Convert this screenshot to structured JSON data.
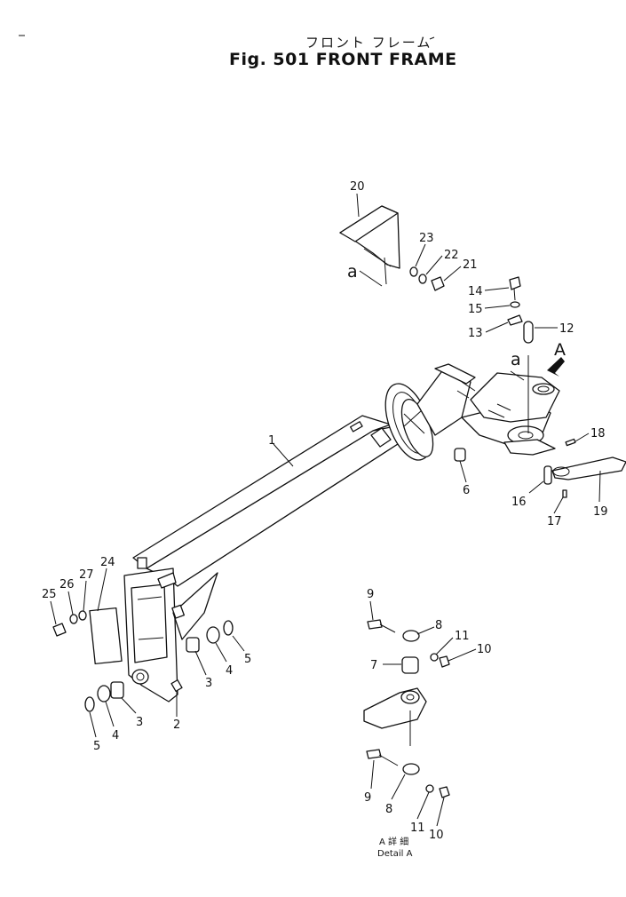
{
  "title": {
    "japanese": "フロント フレーム",
    "english": "Fig. 501  FRONT FRAME"
  },
  "view_labels": {
    "arrow_a": "A",
    "section_a": "a"
  },
  "detail_label": {
    "japanese": "A 詳 細",
    "english": "Detail  A"
  },
  "callouts": [
    "1",
    "2",
    "3",
    "4",
    "5",
    "6",
    "7",
    "8",
    "9",
    "10",
    "11",
    "12",
    "13",
    "14",
    "15",
    "16",
    "17",
    "18",
    "19",
    "20",
    "21",
    "22",
    "23",
    "24",
    "25",
    "26",
    "27"
  ]
}
